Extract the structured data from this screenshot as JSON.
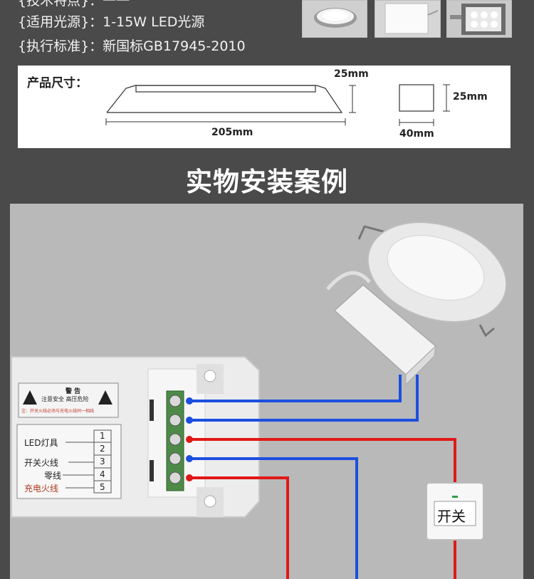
{
  "specs": {
    "top_partial": "{技术特点}：一一",
    "line1": "{适用光源}：1-15W LED光源",
    "line2": "{执行标准}：新国标GB17945-2010"
  },
  "size_panel": {
    "label": "产品尺寸：",
    "height_1": "25mm",
    "length": "205mm",
    "height_2": "25mm",
    "width": "40mm"
  },
  "section_title": "实物安装案例",
  "wiring": {
    "warning_title": "警 告",
    "warning_sub": "注意安全  高压危险",
    "warning_note": "注：开关火线必须与充电火线同一相线",
    "terminals": [
      {
        "label": "LED灯具",
        "num": "1"
      },
      {
        "label": "",
        "num": "2"
      },
      {
        "label": "开关火线",
        "num": "3"
      },
      {
        "label": "零线",
        "num": "4"
      },
      {
        "label": "充电火线",
        "num": "5"
      }
    ],
    "switch_label": "开关"
  }
}
